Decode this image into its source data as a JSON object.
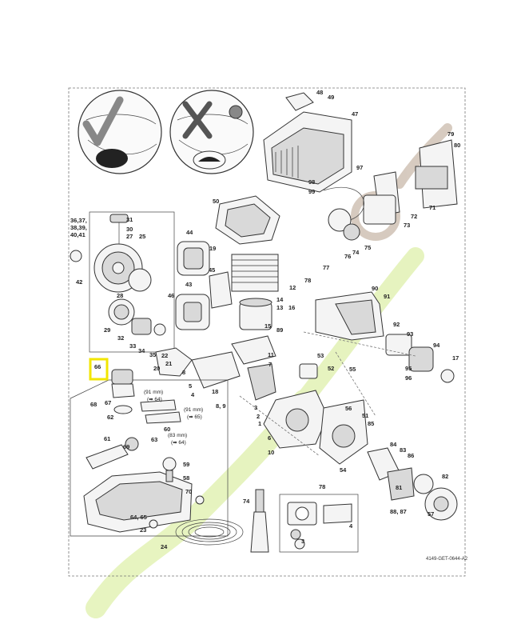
{
  "diagram": {
    "drawing_code": "4149-GET-0644-A2",
    "highlight_color": "#f2e600",
    "highlighted_part": "57",
    "notes": [
      {
        "text": "(91 mm)",
        "sub": "(➡ 64)"
      },
      {
        "text": "(91 mm)",
        "sub": "(➡ 65)"
      },
      {
        "text": "(83 mm)",
        "sub": "(➡ 64)"
      }
    ],
    "part_labels": [
      "36,37,",
      "38,39,",
      "40,41",
      "31",
      "30",
      "27",
      "25",
      "42",
      "28",
      "29",
      "32",
      "33",
      "34",
      "35",
      "22",
      "21",
      "20",
      "44",
      "19",
      "43",
      "45",
      "46",
      "50",
      "47",
      "48",
      "49",
      "79",
      "80",
      "97",
      "98",
      "99",
      "72",
      "73",
      "71",
      "76",
      "74",
      "75",
      "77",
      "12",
      "78",
      "14",
      "13",
      "16",
      "15",
      "89",
      "90",
      "91",
      "92",
      "93",
      "94",
      "95",
      "96",
      "17",
      "11",
      "7",
      "8",
      "5",
      "4",
      "3",
      "2",
      "1",
      "6",
      "18",
      "8, 9",
      "10",
      "54",
      "53",
      "52",
      "55",
      "56",
      "51",
      "85",
      "84",
      "83",
      "86",
      "82",
      "81",
      "88, 87",
      "57",
      "66",
      "68",
      "67",
      "62",
      "61",
      "69",
      "63",
      "60",
      "59",
      "58",
      "70",
      "64, 65",
      "23",
      "24",
      "74",
      "78",
      "4",
      "3"
    ]
  }
}
